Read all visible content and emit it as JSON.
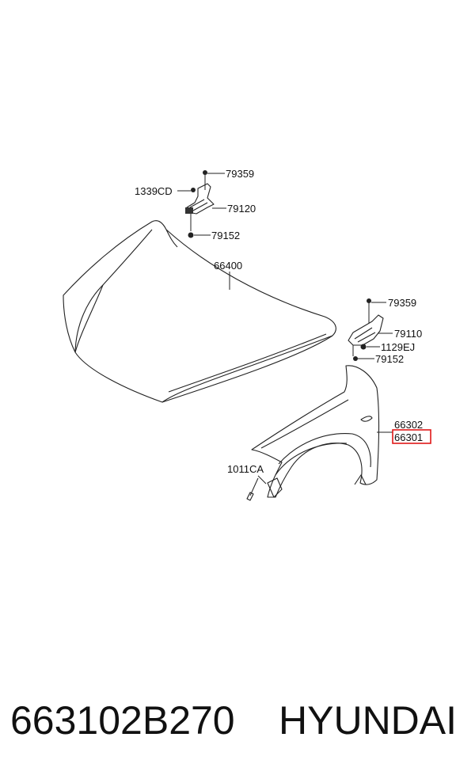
{
  "callouts": {
    "hinge_upper_bolt": "79359",
    "hinge_upper_screw": "1339CD",
    "hinge_upper": "79120",
    "hinge_upper_nut": "79152",
    "hood": "66400",
    "hinge_lower_bolt": "79359",
    "hinge_lower": "79110",
    "hinge_lower_screw": "1129EJ",
    "hinge_lower_nut": "79152",
    "fender_rh": "66302",
    "fender_lh": "66301",
    "fender_bolt": "1011CA"
  },
  "highlight_color": "#e01818",
  "caption": {
    "part_number": "663102B270",
    "brand": "HYUNDAI"
  }
}
